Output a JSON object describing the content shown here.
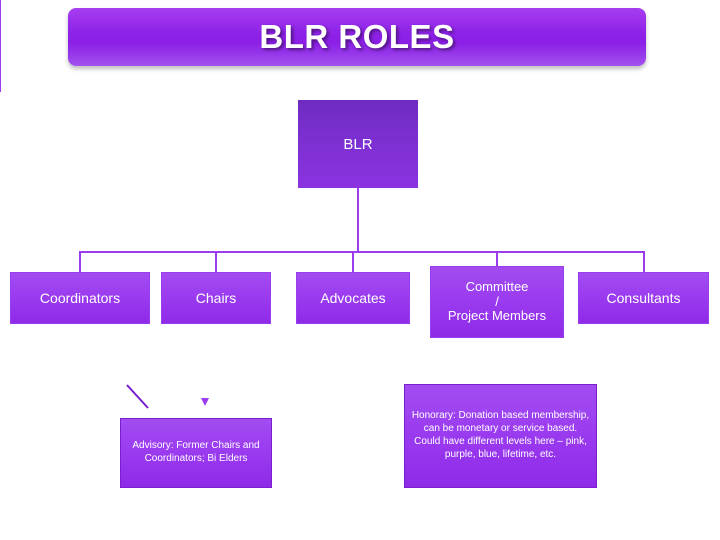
{
  "slide": {
    "title": "BLR ROLES",
    "background_color": "#ffffff",
    "accent_color": "#9b3cf0",
    "title_gradient": [
      "#a63ef0",
      "#8b1fe6"
    ]
  },
  "chart_data": {
    "type": "diagram",
    "title": "BLR ROLES",
    "root": {
      "label": "BLR"
    },
    "level2": [
      {
        "label": "Coordinators"
      },
      {
        "label": "Chairs"
      },
      {
        "label": "Advocates"
      },
      {
        "label": "Committee / Project Members"
      },
      {
        "label": "Consultants"
      }
    ],
    "notes": [
      {
        "label": "Advisory: Former Chairs and Coordinators; Bi Elders",
        "attached_to": "Chairs"
      },
      {
        "label": "Honorary: Donation based membership, can be monetary or service based.  Could have different levels here – pink, purple, blue, lifetime, etc.",
        "attached_to": "Advocates"
      }
    ]
  },
  "nodes": {
    "root": "BLR",
    "coordinators": "Coordinators",
    "chairs": "Chairs",
    "advocates": "Advocates",
    "committee_line1": "Committee",
    "committee_line2": "/",
    "committee_line3": "Project Members",
    "consultants": "Consultants",
    "advisory": "Advisory: Former Chairs and Coordinators; Bi Elders",
    "honorary": "Honorary: Donation based membership, can be monetary or service based.  Could have different levels here – pink, purple, blue, lifetime, etc."
  }
}
